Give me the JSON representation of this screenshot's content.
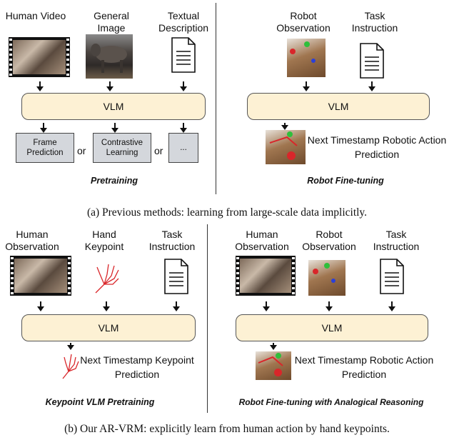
{
  "panel_a": {
    "pretraining": {
      "inputs": [
        {
          "label": "Human Video",
          "icon": "video-film-icon"
        },
        {
          "label": "General Image",
          "icon": "photo-image-icon"
        },
        {
          "label": "Textual Description",
          "icon": "document-icon"
        }
      ],
      "model": "VLM",
      "tasks": [
        "Frame Prediction",
        "Contrastive Learning",
        "..."
      ],
      "connector": "or",
      "title": "Pretraining"
    },
    "finetuning": {
      "inputs": [
        {
          "label": "Robot Observation",
          "icon": "robot-scene-icon"
        },
        {
          "label": "Task Instruction",
          "icon": "document-icon"
        }
      ],
      "model": "VLM",
      "output": "Next Timestamp Robotic Action Prediction",
      "title": "Robot Fine-tuning"
    },
    "caption": "(a) Previous methods: learning from large-scale data implicitly."
  },
  "panel_b": {
    "pretraining": {
      "inputs": [
        {
          "label": "Human Observation",
          "icon": "video-film-icon"
        },
        {
          "label": "Hand Keypoint",
          "icon": "hand-keypoint-icon"
        },
        {
          "label": "Task Instruction",
          "icon": "document-icon"
        }
      ],
      "model": "VLM",
      "output": "Next Timestamp Keypoint Prediction",
      "title": "Keypoint  VLM Pretraining"
    },
    "finetuning": {
      "inputs": [
        {
          "label": "Human Observation",
          "icon": "video-film-icon"
        },
        {
          "label": "Robot Observation",
          "icon": "robot-scene-icon"
        },
        {
          "label": "Task Instruction",
          "icon": "document-icon"
        }
      ],
      "model": "VLM",
      "output": "Next Timestamp Robotic Action Prediction",
      "title": "Robot Fine-tuning with Analogical Reasoning"
    },
    "caption": "(b) Our AR-VRM: explicitly learn from human action by hand keypoints."
  },
  "colors": {
    "vlm_fill": "#fdf1d4",
    "task_fill": "#d4d7dc",
    "keypoint": "#d9262a",
    "gripper_green": "#2fbf3b"
  }
}
